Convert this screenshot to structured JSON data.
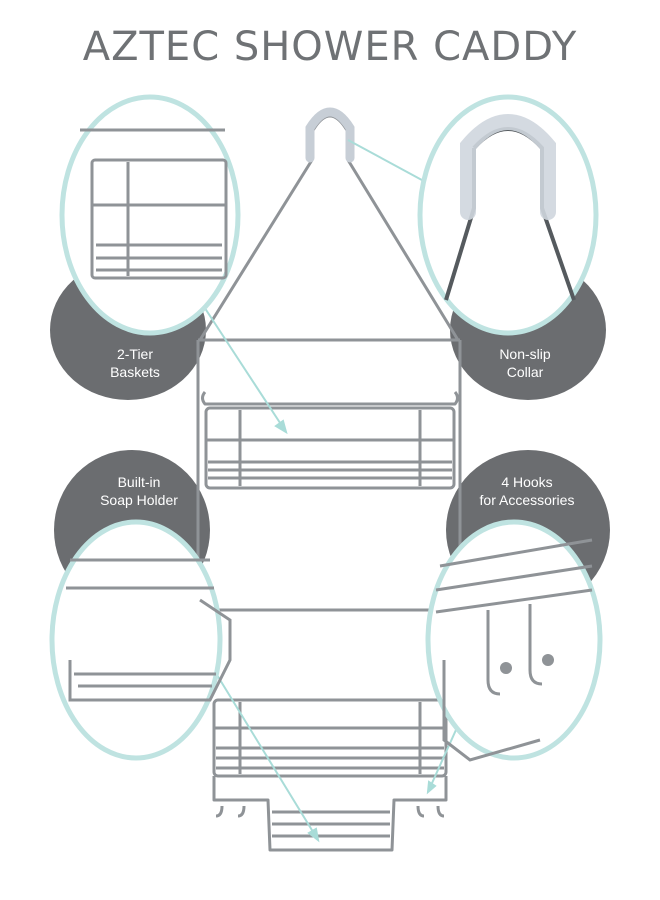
{
  "title": "AZTEC SHOWER CADDY",
  "callouts": {
    "top_left": {
      "line1": "2-Tier",
      "line2": "Baskets"
    },
    "top_right": {
      "line1": "Non-slip",
      "line2": "Collar"
    },
    "bottom_left": {
      "line1": "Built-in",
      "line2": "Soap Holder"
    },
    "bottom_right": {
      "line1": "4 Hooks",
      "line2": "for Accessories"
    }
  },
  "colors": {
    "background": "#ffffff",
    "title": "#6f7275",
    "callout_fill": "#6b6d70",
    "lens_ring": "#bfe3e1",
    "wire": "#8f9397",
    "pointer": "#a9dcd8"
  }
}
